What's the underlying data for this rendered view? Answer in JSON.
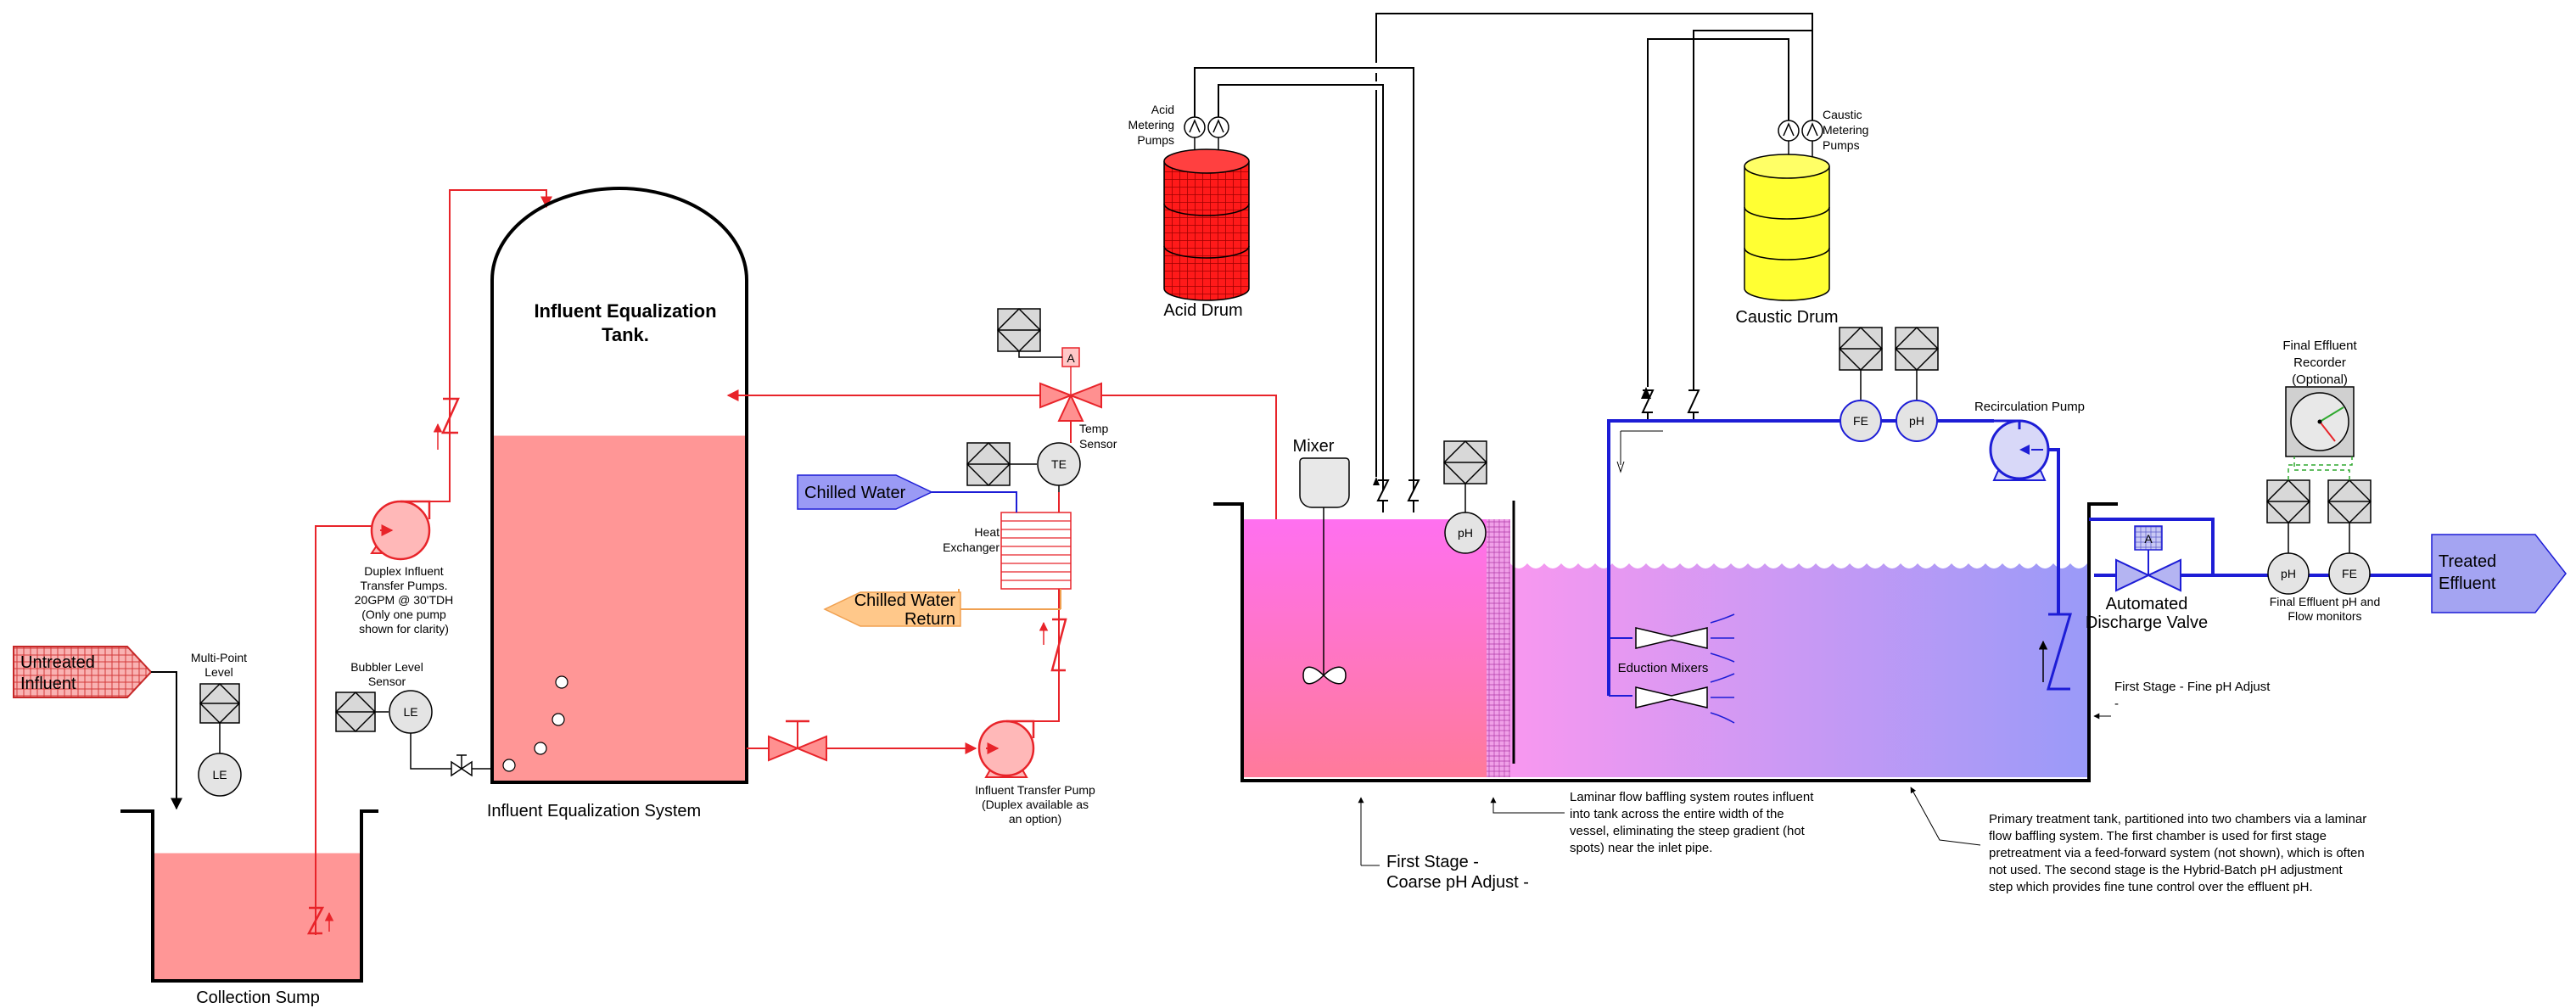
{
  "labels": {
    "untreated_influent": [
      "Untreated",
      "Influent"
    ],
    "multi_point_level": [
      "Multi-Point",
      "Level"
    ],
    "le": "LE",
    "bubbler_level_sensor": [
      "Bubbler Level",
      "Sensor"
    ],
    "collection_sump": "Collection Sump",
    "duplex_pumps": [
      "Duplex Influent",
      "Transfer Pumps.",
      "20GPM @ 30'TDH",
      "(Only one pump",
      "shown for clarity)"
    ],
    "eq_tank_title": [
      "Influent Equalization",
      "Tank."
    ],
    "eq_system": "Influent Equalization System",
    "influent_transfer_pump": [
      "Influent Transfer Pump",
      "(Duplex available as",
      "an option)"
    ],
    "chilled_water": "Chilled Water",
    "chilled_water_return": [
      "Chilled Water",
      "Return"
    ],
    "heat_exchanger": [
      "Heat",
      "Exchanger"
    ],
    "temp_sensor": [
      "Temp",
      "Sensor"
    ],
    "te": "TE",
    "a": "A",
    "acid_metering_pumps": [
      "Acid",
      "Metering",
      "Pumps"
    ],
    "acid_drum": "Acid Drum",
    "caustic_metering_pumps": [
      "Caustic",
      "Metering",
      "Pumps"
    ],
    "caustic_drum": "Caustic Drum",
    "mixer": "Mixer",
    "ph": "pH",
    "fe": "FE",
    "recirculation_pump": "Recirculation Pump",
    "final_effluent_recorder": [
      "Final Effluent",
      "Recorder",
      "(Optional)"
    ],
    "automated_discharge_valve": [
      "Automated",
      "Discharge Valve"
    ],
    "final_effluent_monitors": [
      "Final Effluent pH and",
      "Flow monitors"
    ],
    "treated_effluent": [
      "Treated",
      "Effluent"
    ],
    "eduction_mixers": "Eduction Mixers",
    "first_stage_fine": [
      "First Stage - Fine pH Adjust",
      "-"
    ],
    "first_stage_coarse": [
      "First Stage -",
      "Coarse pH Adjust -"
    ],
    "laminar_note": [
      "Laminar flow baffling system routes influent",
      "into tank across the entire width of the",
      "vessel, eliminating the steep gradient (hot",
      "spots) near the inlet pipe."
    ],
    "primary_note": [
      "Primary treatment tank, partitioned into two chambers via a laminar",
      "flow baffling system. The first chamber is used for first stage",
      "pretreatment via a feed-forward system (not shown), which is often",
      "not used. The second stage is the Hybrid-Batch pH adjustment",
      "step which provides fine tune control over the effluent pH."
    ]
  },
  "levels": {
    "collection_sump_fill_fraction": 0.75,
    "eq_tank_fill_fraction": 0.69
  },
  "colors": {
    "red_line": "#e8242a",
    "blue_line": "#1d1dd6",
    "liquid_red": "#ff9696",
    "acid_drum": "#ff1a1a",
    "caustic_drum": "#ffff33",
    "chilled_water": "#9a9af5",
    "chilled_return": "#ffc88a",
    "treated_effluent": "#a4a4f2",
    "untreated_influent": "#f7a0a0",
    "chamber1_pink": "#ff70f0",
    "chamber2_start": "#f898f0",
    "chamber2_end": "#9a9af8"
  }
}
